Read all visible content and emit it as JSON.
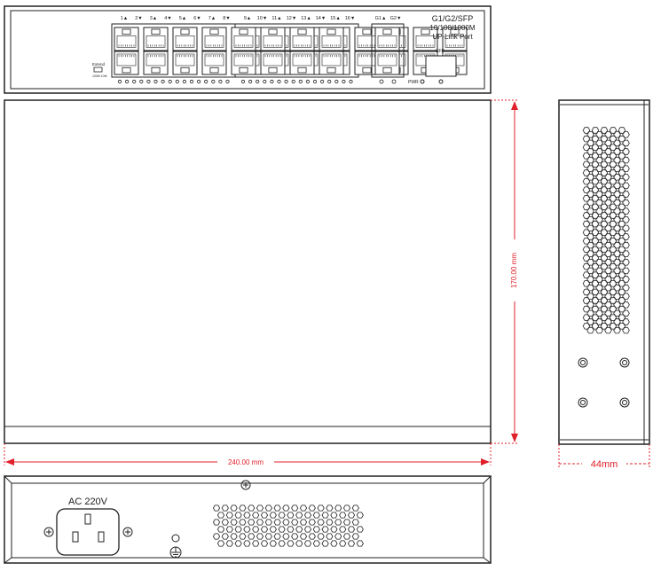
{
  "front_panel": {
    "port_labels_top": [
      "1▲",
      "2▼",
      "3▲",
      "4▼",
      "5▲",
      "6▼",
      "7▲",
      "8▼",
      "9▲",
      "10▼",
      "11▲",
      "12▼",
      "13▲",
      "14▼",
      "15▲",
      "16▼"
    ],
    "uplink_labels": [
      "G1▲",
      "G2▼"
    ],
    "uplink_title": [
      "G1/G2/SFP",
      "10/100/1000M",
      "UP-Link Port"
    ],
    "sfp_label": "SFP",
    "pwr_label": "PWR",
    "extend_label": "Extend",
    "extend_modes": "100M 10M"
  },
  "dimensions": {
    "width": "240.00 mm",
    "depth": "170.00 mm",
    "height": "44mm"
  },
  "rear_panel": {
    "power_label": "AC 220V"
  },
  "colors": {
    "line": "#222222",
    "dimension": "#e0202a"
  },
  "icons": {
    "ground": "ground-icon",
    "screw": "screw-icon"
  }
}
